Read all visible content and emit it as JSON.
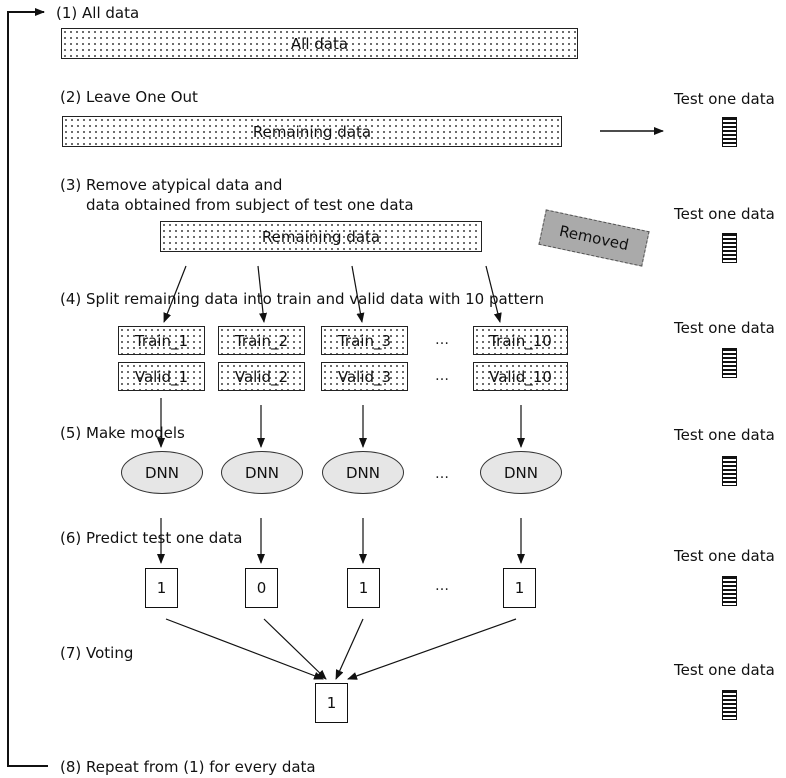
{
  "steps": {
    "s1": "(1) All data",
    "s2": "(2) Leave One Out",
    "s3a": "(3) Remove atypical data and",
    "s3b": "data obtained from subject of test one data",
    "s4": "(4) Split remaining data into train and valid data with 10 pattern",
    "s5": "(5) Make models",
    "s6": "(6) Predict test one data",
    "s7": "(7) Voting",
    "s8": "(8) Repeat from (1) for every data"
  },
  "bars": {
    "all": "All data",
    "remaining1": "Remaining data",
    "remaining2": "Remaining data",
    "removed": "Removed"
  },
  "folds": [
    {
      "train": "Train_1",
      "valid": "Valid_1",
      "model": "DNN",
      "pred": "1"
    },
    {
      "train": "Train_2",
      "valid": "Valid_2",
      "model": "DNN",
      "pred": "0"
    },
    {
      "train": "Train_3",
      "valid": "Valid_3",
      "model": "DNN",
      "pred": "1"
    },
    {
      "train": "Train_10",
      "valid": "Valid_10",
      "model": "DNN",
      "pred": "1"
    }
  ],
  "ellipsis": "…",
  "vote_result": "1",
  "test_label": "Test one data"
}
